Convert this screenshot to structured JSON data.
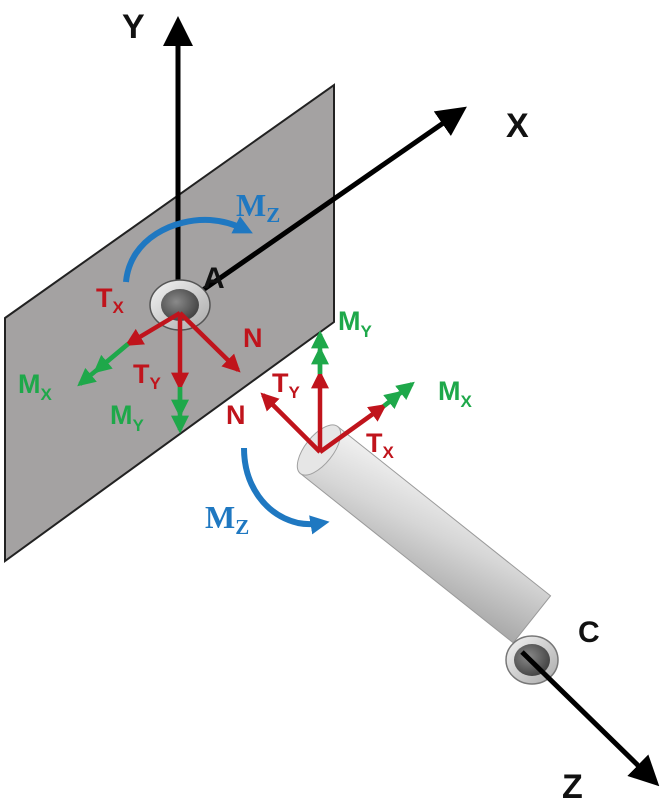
{
  "colors": {
    "force": "#c0141c",
    "moment_linear": "#1ea84a",
    "moment_rotational": "#1f78c1",
    "axis": "#000000",
    "wall": "#a4a2a2"
  },
  "axes": {
    "x": "X",
    "y": "Y",
    "z": "Z"
  },
  "points": {
    "a": "A",
    "c": "C"
  },
  "wall_side": {
    "tx": {
      "main": "T",
      "sub": "X"
    },
    "ty": {
      "main": "T",
      "sub": "Y"
    },
    "n": "N",
    "mx": {
      "main": "M",
      "sub": "X"
    },
    "my": {
      "main": "M",
      "sub": "Y"
    },
    "mz": {
      "main": "M",
      "sub": "Z"
    }
  },
  "bar_side": {
    "tx": {
      "main": "T",
      "sub": "X"
    },
    "ty": {
      "main": "T",
      "sub": "Y"
    },
    "n": "N",
    "mx": {
      "main": "M",
      "sub": "X"
    },
    "my": {
      "main": "M",
      "sub": "Y"
    },
    "mz": {
      "main": "M",
      "sub": "Z"
    }
  }
}
